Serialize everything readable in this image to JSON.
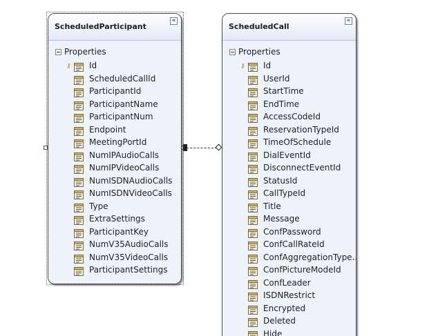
{
  "entities": {
    "participant": {
      "title": "ScheduledParticipant",
      "section": "Properties",
      "collapse_glyph": "«",
      "properties": [
        {
          "name": "Id",
          "key": true
        },
        {
          "name": "ScheduledCallId",
          "key": false
        },
        {
          "name": "ParticipantId",
          "key": false
        },
        {
          "name": "ParticipantName",
          "key": false
        },
        {
          "name": "ParticipantNum",
          "key": false
        },
        {
          "name": "Endpoint",
          "key": false
        },
        {
          "name": "MeetingPortId",
          "key": false
        },
        {
          "name": "NumIPAudioCalls",
          "key": false
        },
        {
          "name": "NumIPVideoCalls",
          "key": false
        },
        {
          "name": "NumISDNAudioCalls",
          "key": false
        },
        {
          "name": "NumISDNVideoCalls",
          "key": false
        },
        {
          "name": "Type",
          "key": false
        },
        {
          "name": "ExtraSettings",
          "key": false
        },
        {
          "name": "ParticipantKey",
          "key": false
        },
        {
          "name": "NumV35AudioCalls",
          "key": false
        },
        {
          "name": "NumV35VideoCalls",
          "key": false
        },
        {
          "name": "ParticipantSettings",
          "key": false
        }
      ]
    },
    "call": {
      "title": "ScheduledCall",
      "section": "Properties",
      "collapse_glyph": "«",
      "properties": [
        {
          "name": "Id",
          "key": true
        },
        {
          "name": "UserId",
          "key": false
        },
        {
          "name": "StartTime",
          "key": false
        },
        {
          "name": "EndTime",
          "key": false
        },
        {
          "name": "AccessCodeId",
          "key": false
        },
        {
          "name": "ReservationTypeId",
          "key": false
        },
        {
          "name": "TimeOfSchedule",
          "key": false
        },
        {
          "name": "DialEventId",
          "key": false
        },
        {
          "name": "DisconnectEventId",
          "key": false
        },
        {
          "name": "StatusId",
          "key": false
        },
        {
          "name": "CallTypeId",
          "key": false
        },
        {
          "name": "Title",
          "key": false
        },
        {
          "name": "Message",
          "key": false
        },
        {
          "name": "ConfPassword",
          "key": false
        },
        {
          "name": "ConfCallRateId",
          "key": false
        },
        {
          "name": "ConfAggregationType...",
          "key": false
        },
        {
          "name": "ConfPictureModeId",
          "key": false
        },
        {
          "name": "ConfLeader",
          "key": false
        },
        {
          "name": "ISDNRestrict",
          "key": false
        },
        {
          "name": "Encrypted",
          "key": false
        },
        {
          "name": "Deleted",
          "key": false
        },
        {
          "name": "Hide",
          "key": false
        }
      ]
    }
  },
  "icons": {
    "property": "property-icon",
    "key": "key-icon",
    "collapse": "collapse-icon",
    "expander": "minus-icon"
  },
  "colors": {
    "header_top": "#ffffff",
    "body": "#eef2fa",
    "border": "#4b4b4b",
    "key": "#b8860b"
  }
}
